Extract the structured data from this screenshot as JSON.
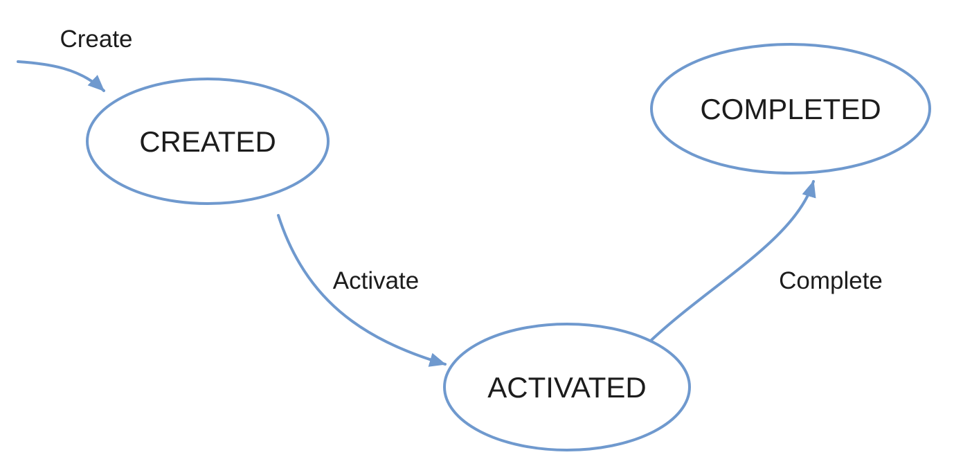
{
  "diagram": {
    "background_color": "#ffffff",
    "accent_color": "#6F99CE",
    "text_color": "#1c1c1c",
    "nodes": [
      {
        "id": "created",
        "label": "CREATED"
      },
      {
        "id": "activated",
        "label": "ACTIVATED"
      },
      {
        "id": "completed",
        "label": "COMPLETED"
      }
    ],
    "edges": [
      {
        "id": "create",
        "label": "Create",
        "from": "start",
        "to": "created"
      },
      {
        "id": "activate",
        "label": "Activate",
        "from": "created",
        "to": "activated"
      },
      {
        "id": "complete",
        "label": "Complete",
        "from": "activated",
        "to": "completed"
      }
    ]
  }
}
